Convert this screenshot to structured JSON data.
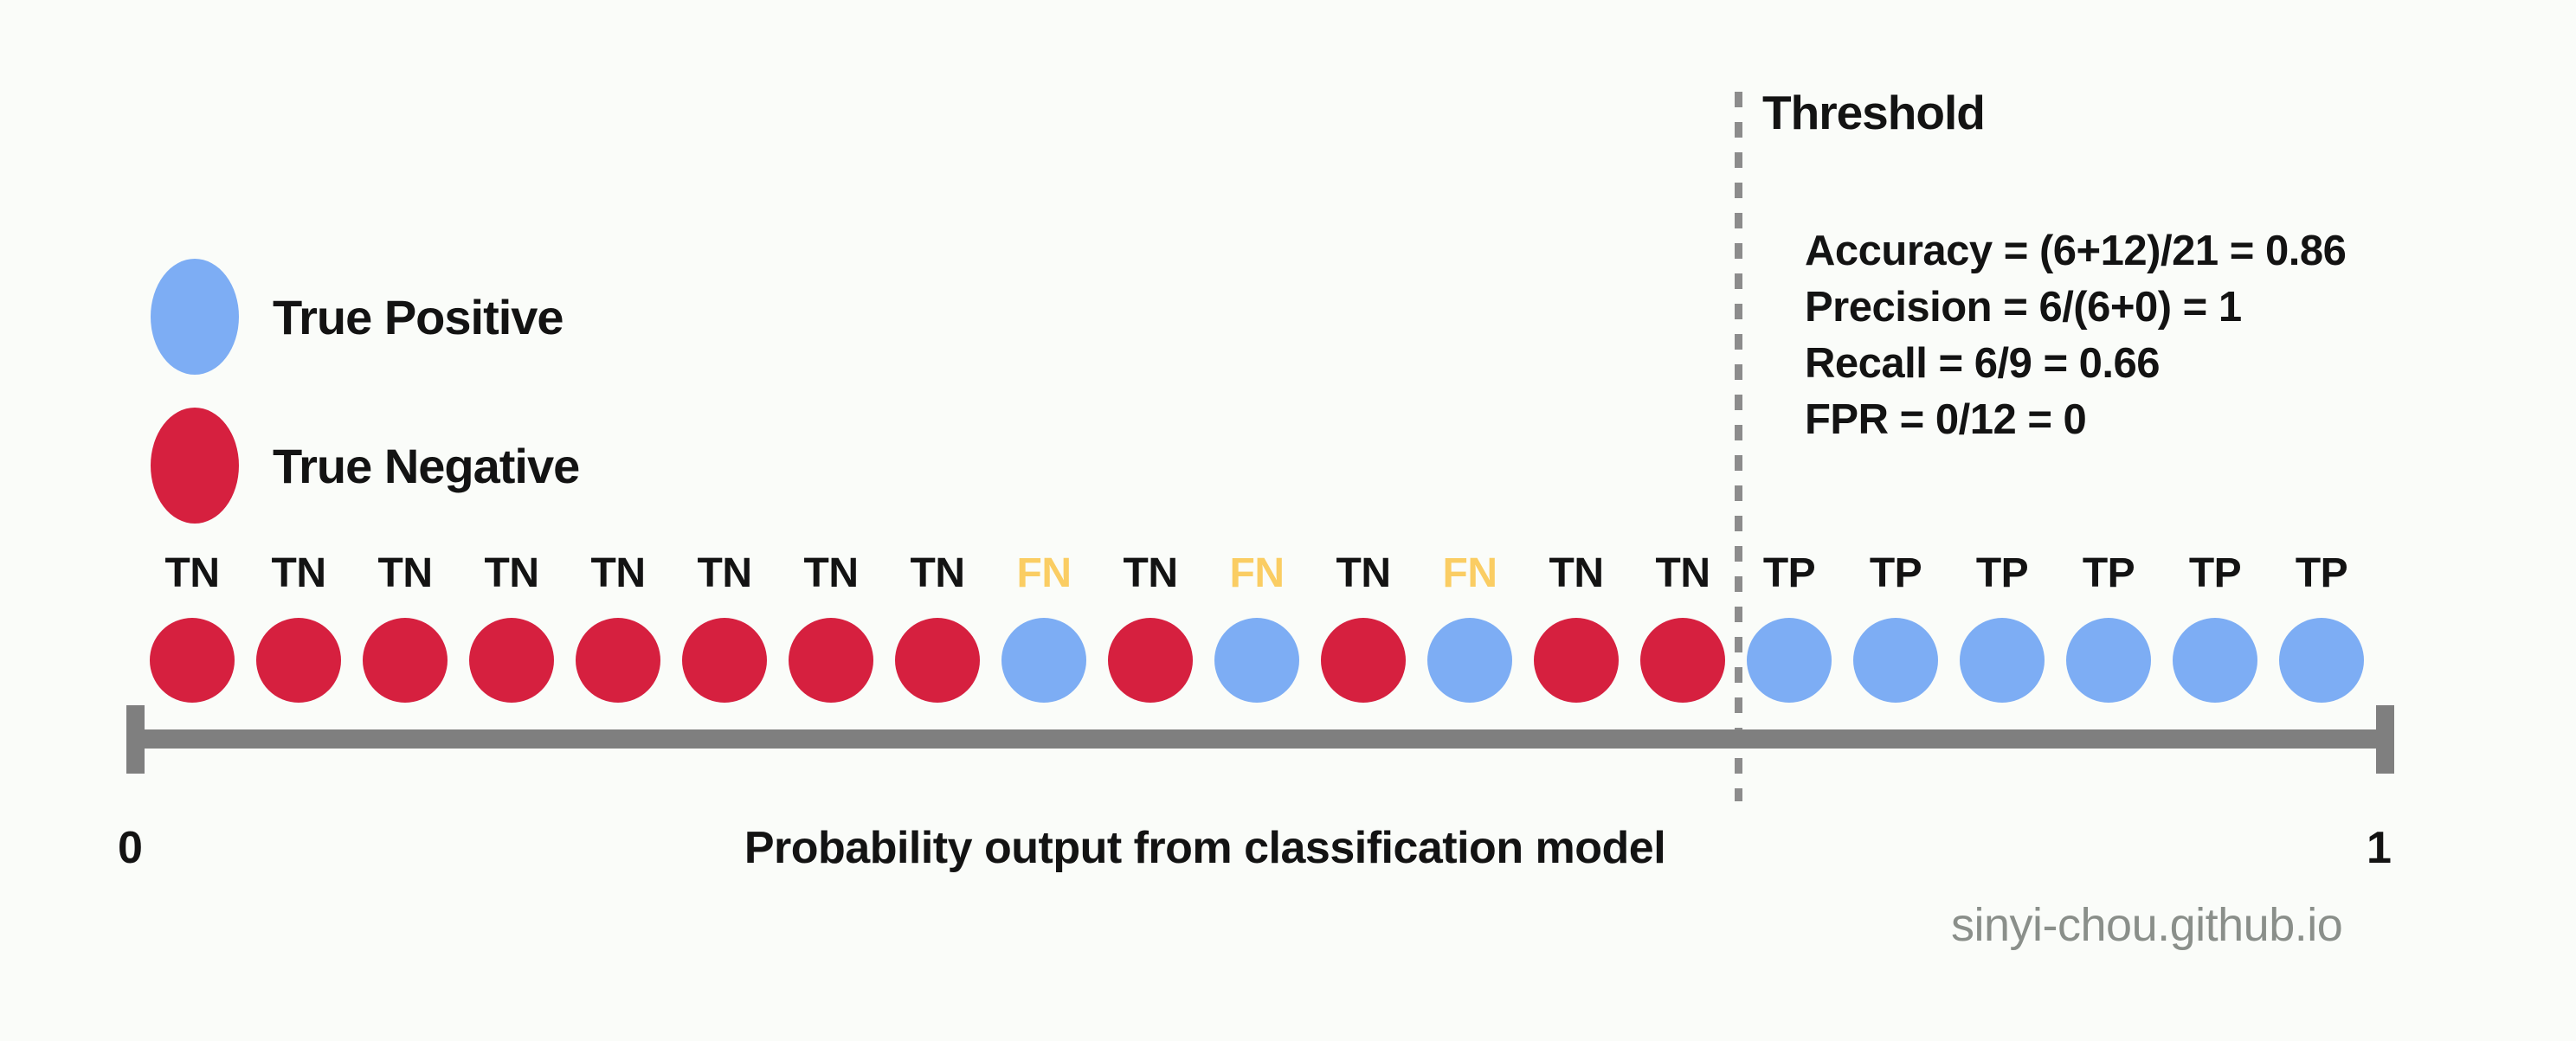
{
  "legend": {
    "items": [
      {
        "label": "True Positive",
        "color": "#7DADF4",
        "kind": "true-positive"
      },
      {
        "label": "True Negative",
        "color": "#D6203F",
        "kind": "true-negative"
      }
    ]
  },
  "threshold": {
    "label": "Threshold"
  },
  "metrics": {
    "lines": [
      "Accuracy = (6+12)/21 = 0.86",
      "Precision = 6/(6+0) = 1",
      "Recall = 6/9 = 0.66",
      "FPR = 0/12 = 0"
    ]
  },
  "axis": {
    "min": "0",
    "max": "1",
    "title": "Probability output from classification model"
  },
  "watermark": "sinyi-chou.github.io",
  "colors": {
    "background": "#FAFCF9",
    "positive_circle": "#7DADF4",
    "negative_circle": "#D6203F",
    "fn_label": "#FACD63",
    "default_label": "#131313",
    "axis": "#7F7F7F",
    "threshold_line": "#8C8C8C",
    "watermark": "#8A8F8A"
  },
  "points": [
    {
      "label": "TN",
      "fill": "#D6203F",
      "label_color": "#131313"
    },
    {
      "label": "TN",
      "fill": "#D6203F",
      "label_color": "#131313"
    },
    {
      "label": "TN",
      "fill": "#D6203F",
      "label_color": "#131313"
    },
    {
      "label": "TN",
      "fill": "#D6203F",
      "label_color": "#131313"
    },
    {
      "label": "TN",
      "fill": "#D6203F",
      "label_color": "#131313"
    },
    {
      "label": "TN",
      "fill": "#D6203F",
      "label_color": "#131313"
    },
    {
      "label": "TN",
      "fill": "#D6203F",
      "label_color": "#131313"
    },
    {
      "label": "TN",
      "fill": "#D6203F",
      "label_color": "#131313"
    },
    {
      "label": "FN",
      "fill": "#7DADF4",
      "label_color": "#FACD63"
    },
    {
      "label": "TN",
      "fill": "#D6203F",
      "label_color": "#131313"
    },
    {
      "label": "FN",
      "fill": "#7DADF4",
      "label_color": "#FACD63"
    },
    {
      "label": "TN",
      "fill": "#D6203F",
      "label_color": "#131313"
    },
    {
      "label": "FN",
      "fill": "#7DADF4",
      "label_color": "#FACD63"
    },
    {
      "label": "TN",
      "fill": "#D6203F",
      "label_color": "#131313"
    },
    {
      "label": "TN",
      "fill": "#D6203F",
      "label_color": "#131313"
    },
    {
      "label": "TP",
      "fill": "#7DADF4",
      "label_color": "#131313"
    },
    {
      "label": "TP",
      "fill": "#7DADF4",
      "label_color": "#131313"
    },
    {
      "label": "TP",
      "fill": "#7DADF4",
      "label_color": "#131313"
    },
    {
      "label": "TP",
      "fill": "#7DADF4",
      "label_color": "#131313"
    },
    {
      "label": "TP",
      "fill": "#7DADF4",
      "label_color": "#131313"
    },
    {
      "label": "TP",
      "fill": "#7DADF4",
      "label_color": "#131313"
    }
  ]
}
